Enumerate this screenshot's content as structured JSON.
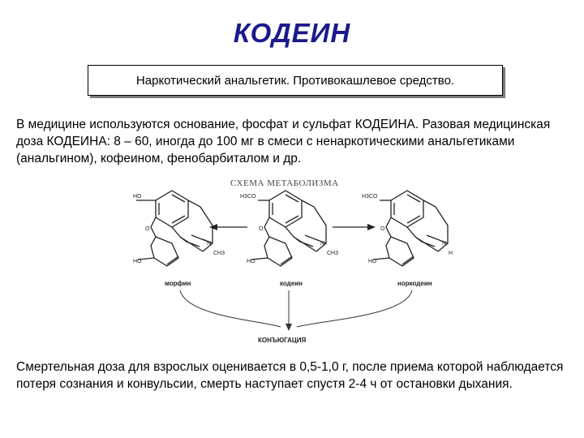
{
  "slide": {
    "title": "КОДЕИН",
    "subtitle": "Наркотический анальгетик. Противокашлевое средство.",
    "paragraph1": "В медицине используются основание, фосфат и сульфат КОДЕИНА. Разовая медицинская доза КОДЕИНА: 8 – 60, иногда до 100 мг в смеси с ненаркотическими анальгетиками (анальгином), кофеином, фенобарбиталом и др.",
    "paragraph2": "Смертельная доза для взрослых оценивается в 0,5-1,0 г, после приема которой наблюдается потеря сознания и конвульсии, смерть наступает спустя 2-4 ч от остановки дыхания."
  },
  "scheme": {
    "title": "СХЕМА МЕТАБОЛИЗМА",
    "compounds": [
      {
        "name": "морфин",
        "top_group": "HO",
        "bottom_group": "HO",
        "ring_o": "O",
        "n_label": "N",
        "n_sub": "CH3"
      },
      {
        "name": "кодеин",
        "top_group": "H3CO",
        "bottom_group": "HO",
        "ring_o": "O",
        "n_label": "N",
        "n_sub": "CH3"
      },
      {
        "name": "норкодеин",
        "top_group": "H3CO",
        "bottom_group": "HO",
        "ring_o": "O",
        "n_label": "N",
        "n_sub": "H"
      }
    ],
    "product": "КОНЪЮГАЦИЯ"
  }
}
